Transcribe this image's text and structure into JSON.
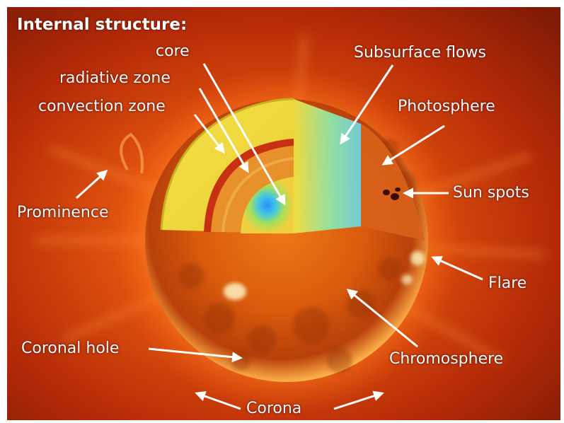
{
  "diagram": {
    "title": "Internal structure:",
    "labels": {
      "core": "core",
      "radiative_zone": "radiative zone",
      "convection_zone": "convection zone",
      "subsurface_flows": "Subsurface flows",
      "photosphere": "Photosphere",
      "sun_spots": "Sun spots",
      "prominence": "Prominence",
      "flare": "Flare",
      "coronal_hole": "Coronal hole",
      "chromosphere": "Chromosphere",
      "corona": "Corona"
    }
  },
  "colors": {
    "background": "#b02a08",
    "glow": "#ff7a1e",
    "surface": "#e0600c",
    "convection_zone": "#f2df3c",
    "radiative_zone": "#e48a2c",
    "core": "#3aa0ff",
    "subsurface_flows": "#7fe0a0",
    "label_text": "#ffffff",
    "arrow": "#ffffff"
  }
}
